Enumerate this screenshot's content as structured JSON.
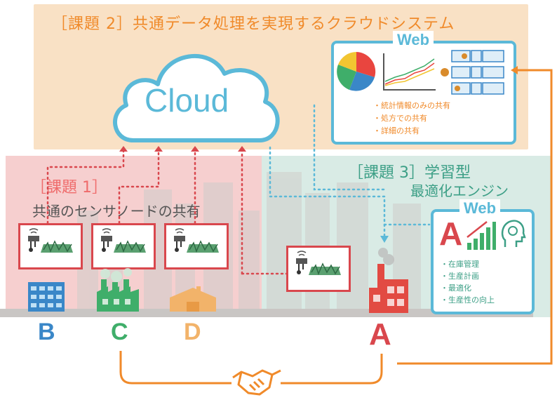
{
  "issue2": {
    "title": "［課題 2］共通データ処理を実現するクラウドシステム"
  },
  "cloud": {
    "label": "Cloud"
  },
  "web_top": {
    "label": "Web",
    "items": [
      "・統計情報のみの共有",
      "・処方での共有",
      "・詳細の共有"
    ]
  },
  "issue1": {
    "title": "［課題 1］",
    "subtitle": "共通のセンサノードの共有"
  },
  "issue3": {
    "title": "［課題 3］学習型",
    "subtitle": "最適化エンジン"
  },
  "web_right": {
    "label": "Web",
    "items": [
      "・在庫管理",
      "・生産計画",
      "・最適化",
      "・生産性の向上"
    ],
    "big_letter": "A"
  },
  "companies": {
    "b": "B",
    "c": "C",
    "d": "D",
    "a": "A"
  },
  "colors": {
    "orange": "#f08a2a",
    "red": "#d9474d",
    "teal": "#3c9f86",
    "blue": "#3a87c8",
    "green": "#3fae6a",
    "web": "#5bb9d8"
  }
}
